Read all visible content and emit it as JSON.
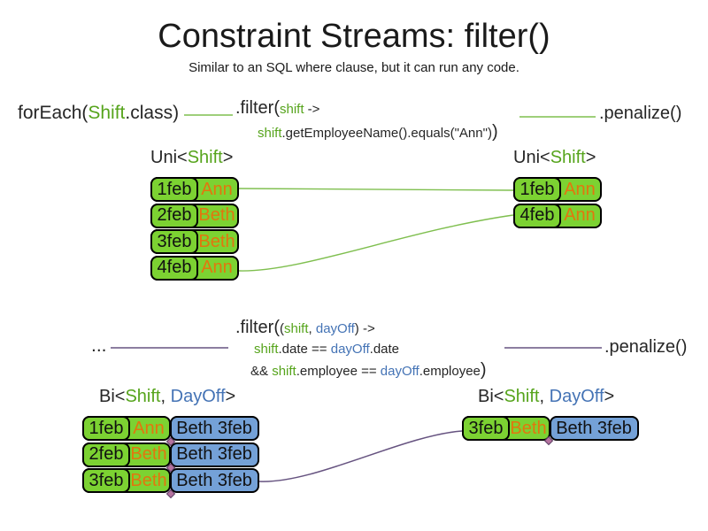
{
  "slide": {
    "title": "Constraint Streams: filter()",
    "subtitle": "Similar to an SQL where clause, but it can run any code."
  },
  "colors": {
    "green_fill": "#7cd232",
    "blue_fill": "#74a1d7",
    "text_green": "#56a41c",
    "text_blue": "#4473b5",
    "text_orange": "#e2760e",
    "line_green": "#7fbf4f",
    "line_purple": "#665380",
    "diamond_pink": "#b5739f",
    "diamond_stroke": "#5e3f66"
  },
  "code_top": {
    "foreach_segments": [
      {
        "t": "forEach("
      },
      {
        "t": "Shift",
        "c": "g"
      },
      {
        "t": ".class)"
      }
    ],
    "filter_line1_segments": [
      {
        "t": ".filter(",
        "s": "lg"
      },
      {
        "t": "shift",
        "c": "g",
        "s": "sm"
      },
      {
        "t": " ->",
        "s": "sm"
      }
    ],
    "filter_line2_segments": [
      {
        "t": "shift",
        "c": "g",
        "s": "sm"
      },
      {
        "t": ".getEmployeeName().equals(\"Ann\")",
        "s": "sm"
      },
      {
        "t": ")",
        "s": "lg"
      }
    ],
    "penalize_label": ".penalize()"
  },
  "code_bottom": {
    "ellipsis": "...",
    "filter_line1_segments": [
      {
        "t": ".filter(",
        "s": "lg"
      },
      {
        "t": "(",
        "s": "sm"
      },
      {
        "t": "shift",
        "c": "g",
        "s": "sm"
      },
      {
        "t": ", ",
        "s": "sm"
      },
      {
        "t": "dayOff",
        "c": "b",
        "s": "sm"
      },
      {
        "t": ") ->",
        "s": "sm"
      }
    ],
    "filter_line2_segments": [
      {
        "t": "shift",
        "c": "g",
        "s": "sm"
      },
      {
        "t": ".date == ",
        "s": "sm"
      },
      {
        "t": "dayOff",
        "c": "b",
        "s": "sm"
      },
      {
        "t": ".date",
        "s": "sm"
      }
    ],
    "filter_line3_segments": [
      {
        "t": "&& ",
        "s": "sm"
      },
      {
        "t": "shift",
        "c": "g",
        "s": "sm"
      },
      {
        "t": ".employee == ",
        "s": "sm"
      },
      {
        "t": "dayOff",
        "c": "b",
        "s": "sm"
      },
      {
        "t": ".employee",
        "s": "sm"
      },
      {
        "t": ")",
        "s": "lg"
      }
    ],
    "penalize_label": ".penalize()"
  },
  "headers": {
    "uni_segments": [
      {
        "t": "Uni<"
      },
      {
        "t": "Shift",
        "c": "g"
      },
      {
        "t": ">"
      }
    ],
    "bi_segments": [
      {
        "t": "Bi<"
      },
      {
        "t": "Shift",
        "c": "g"
      },
      {
        "t": ", "
      },
      {
        "t": "DayOff",
        "c": "b"
      },
      {
        "t": ">"
      }
    ]
  },
  "tables": {
    "uni_left": {
      "rows": [
        {
          "date": "1feb",
          "name": "Ann"
        },
        {
          "date": "2feb",
          "name": "Beth"
        },
        {
          "date": "3feb",
          "name": "Beth"
        },
        {
          "date": "4feb",
          "name": "Ann"
        }
      ]
    },
    "uni_right": {
      "rows": [
        {
          "date": "1feb",
          "name": "Ann"
        },
        {
          "date": "4feb",
          "name": "Ann"
        }
      ]
    },
    "bi_left": {
      "rows": [
        {
          "date": "1feb",
          "name": "Ann",
          "pair": "Beth 3feb"
        },
        {
          "date": "2feb",
          "name": "Beth",
          "pair": "Beth 3feb"
        },
        {
          "date": "3feb",
          "name": "Beth",
          "pair": "Beth 3feb"
        }
      ]
    },
    "bi_right": {
      "rows": [
        {
          "date": "3feb",
          "name": "Beth",
          "pair": "Beth 3feb"
        }
      ]
    }
  }
}
